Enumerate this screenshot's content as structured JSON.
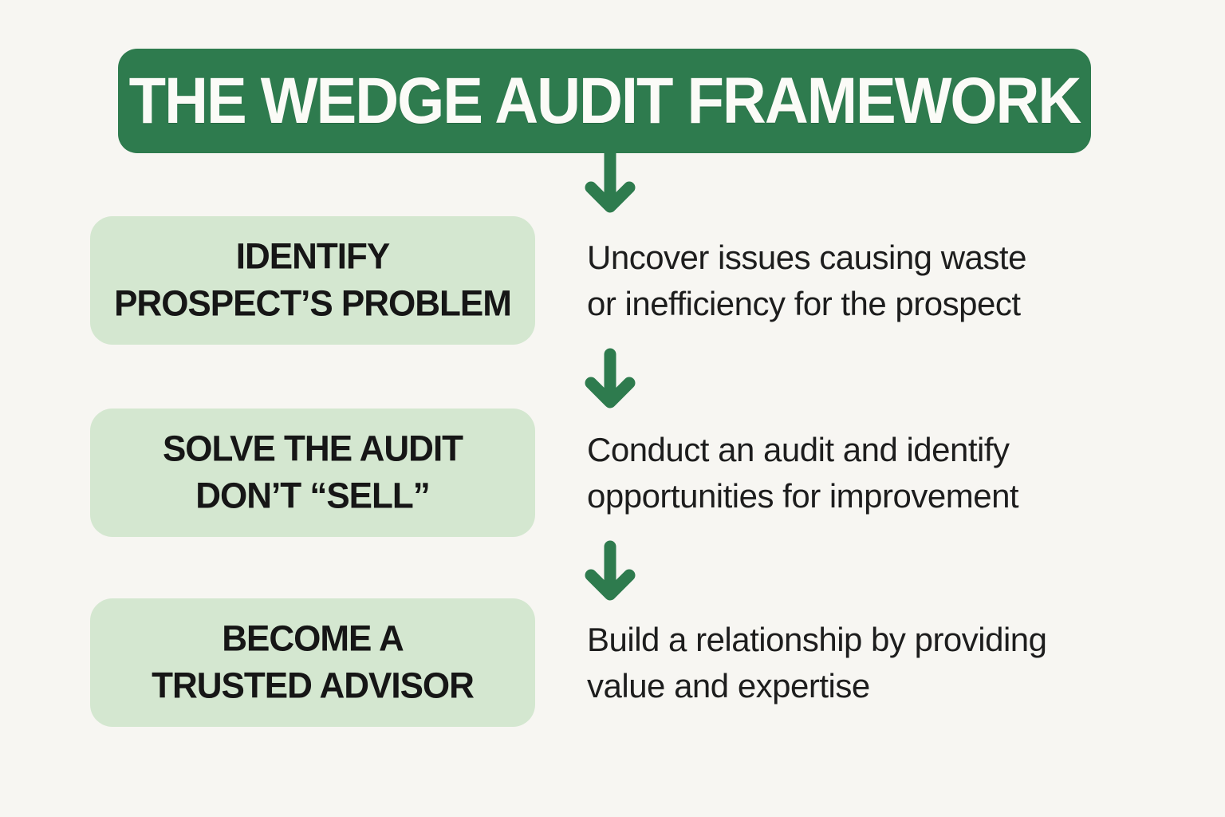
{
  "colors": {
    "background": "#f7f6f2",
    "banner_green": "#2e7b4e",
    "pill_green": "#d4e7d0",
    "arrow_green": "#2e7b4e",
    "heading_text": "#fbfbf7",
    "pill_text": "#161616",
    "desc_text": "#1d1d1d"
  },
  "header": {
    "title": "THE WEDGE AUDIT FRAMEWORK"
  },
  "steps": [
    {
      "label_line1": "IDENTIFY",
      "label_line2": "PROSPECT’S PROBLEM",
      "desc_line1": "Uncover issues causing waste",
      "desc_line2": "or inefficiency for the prospect"
    },
    {
      "label_line1": "SOLVE THE AUDIT",
      "label_line2": "DON’T “SELL”",
      "desc_line1": "Conduct an audit and identify",
      "desc_line2": "opportunities for improvement"
    },
    {
      "label_line1": "BECOME A",
      "label_line2": "TRUSTED ADVISOR",
      "desc_line1": "Build a relationship by providing",
      "desc_line2": "value and expertise"
    }
  ],
  "icons": {
    "down_arrow": "down-arrow"
  }
}
